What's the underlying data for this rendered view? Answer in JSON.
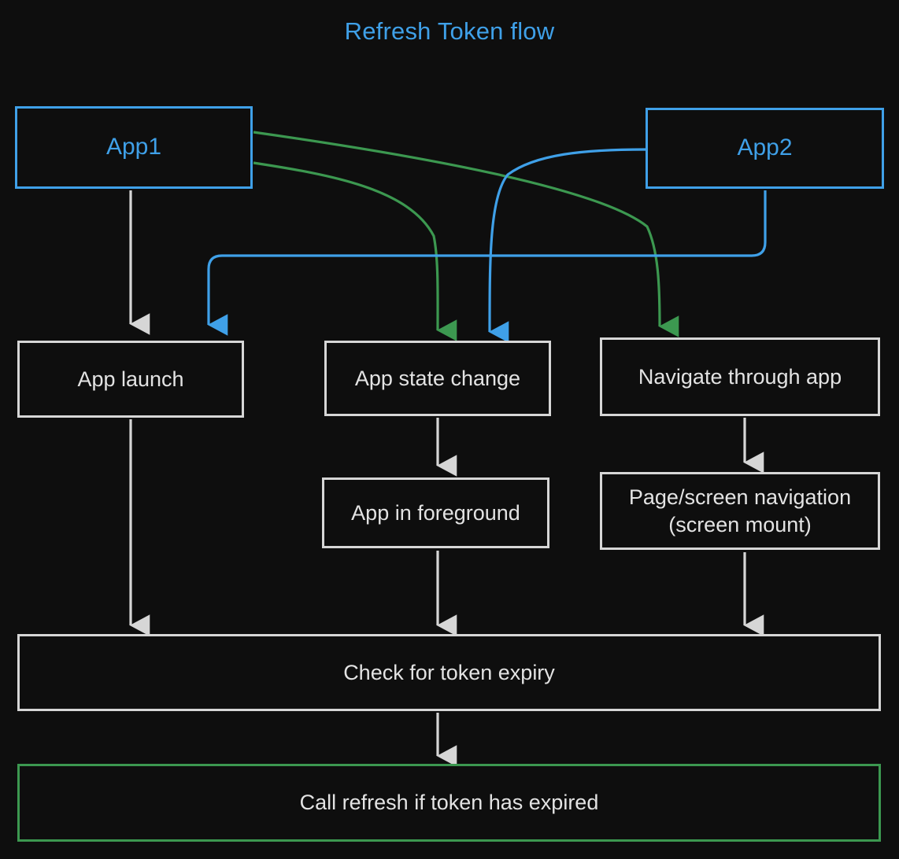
{
  "diagram": {
    "title": "Refresh Token flow",
    "background_color": "#0e0e0e",
    "colors": {
      "app_blue": "#3fa0e8",
      "edge_gray": "#d6d6d6",
      "edge_green": "#3c9850",
      "edge_blue": "#3fa0e8",
      "node_text": "#e3e3e3"
    },
    "nodes": [
      {
        "id": "app1",
        "label": "App1",
        "type": "app"
      },
      {
        "id": "app2",
        "label": "App2",
        "type": "app"
      },
      {
        "id": "app_launch",
        "label": "App launch",
        "type": "step"
      },
      {
        "id": "app_state_change",
        "label": "App state change",
        "type": "step"
      },
      {
        "id": "navigate_through_app",
        "label": "Navigate through app",
        "type": "step"
      },
      {
        "id": "app_in_foreground",
        "label": "App in foreground",
        "type": "step"
      },
      {
        "id": "page_screen_navigation",
        "label": "Page/screen navigation\n(screen mount)",
        "type": "step"
      },
      {
        "id": "check_token_expiry",
        "label": "Check for token expiry",
        "type": "step"
      },
      {
        "id": "call_refresh",
        "label": "Call refresh if token has expired",
        "type": "terminal"
      }
    ],
    "edges": [
      {
        "from": "app1",
        "to": "app_launch",
        "color": "#d6d6d6"
      },
      {
        "from": "app1",
        "to": "app_state_change",
        "color": "#3c9850"
      },
      {
        "from": "app1",
        "to": "navigate_through_app",
        "color": "#3c9850"
      },
      {
        "from": "app2",
        "to": "app_state_change",
        "color": "#3fa0e8"
      },
      {
        "from": "app2",
        "to": "app_launch",
        "color": "#3fa0e8"
      },
      {
        "from": "app_launch",
        "to": "check_token_expiry",
        "color": "#d6d6d6"
      },
      {
        "from": "app_state_change",
        "to": "app_in_foreground",
        "color": "#d6d6d6"
      },
      {
        "from": "app_in_foreground",
        "to": "check_token_expiry",
        "color": "#d6d6d6"
      },
      {
        "from": "navigate_through_app",
        "to": "page_screen_navigation",
        "color": "#d6d6d6"
      },
      {
        "from": "page_screen_navigation",
        "to": "check_token_expiry",
        "color": "#d6d6d6"
      },
      {
        "from": "check_token_expiry",
        "to": "call_refresh",
        "color": "#d6d6d6"
      }
    ]
  }
}
